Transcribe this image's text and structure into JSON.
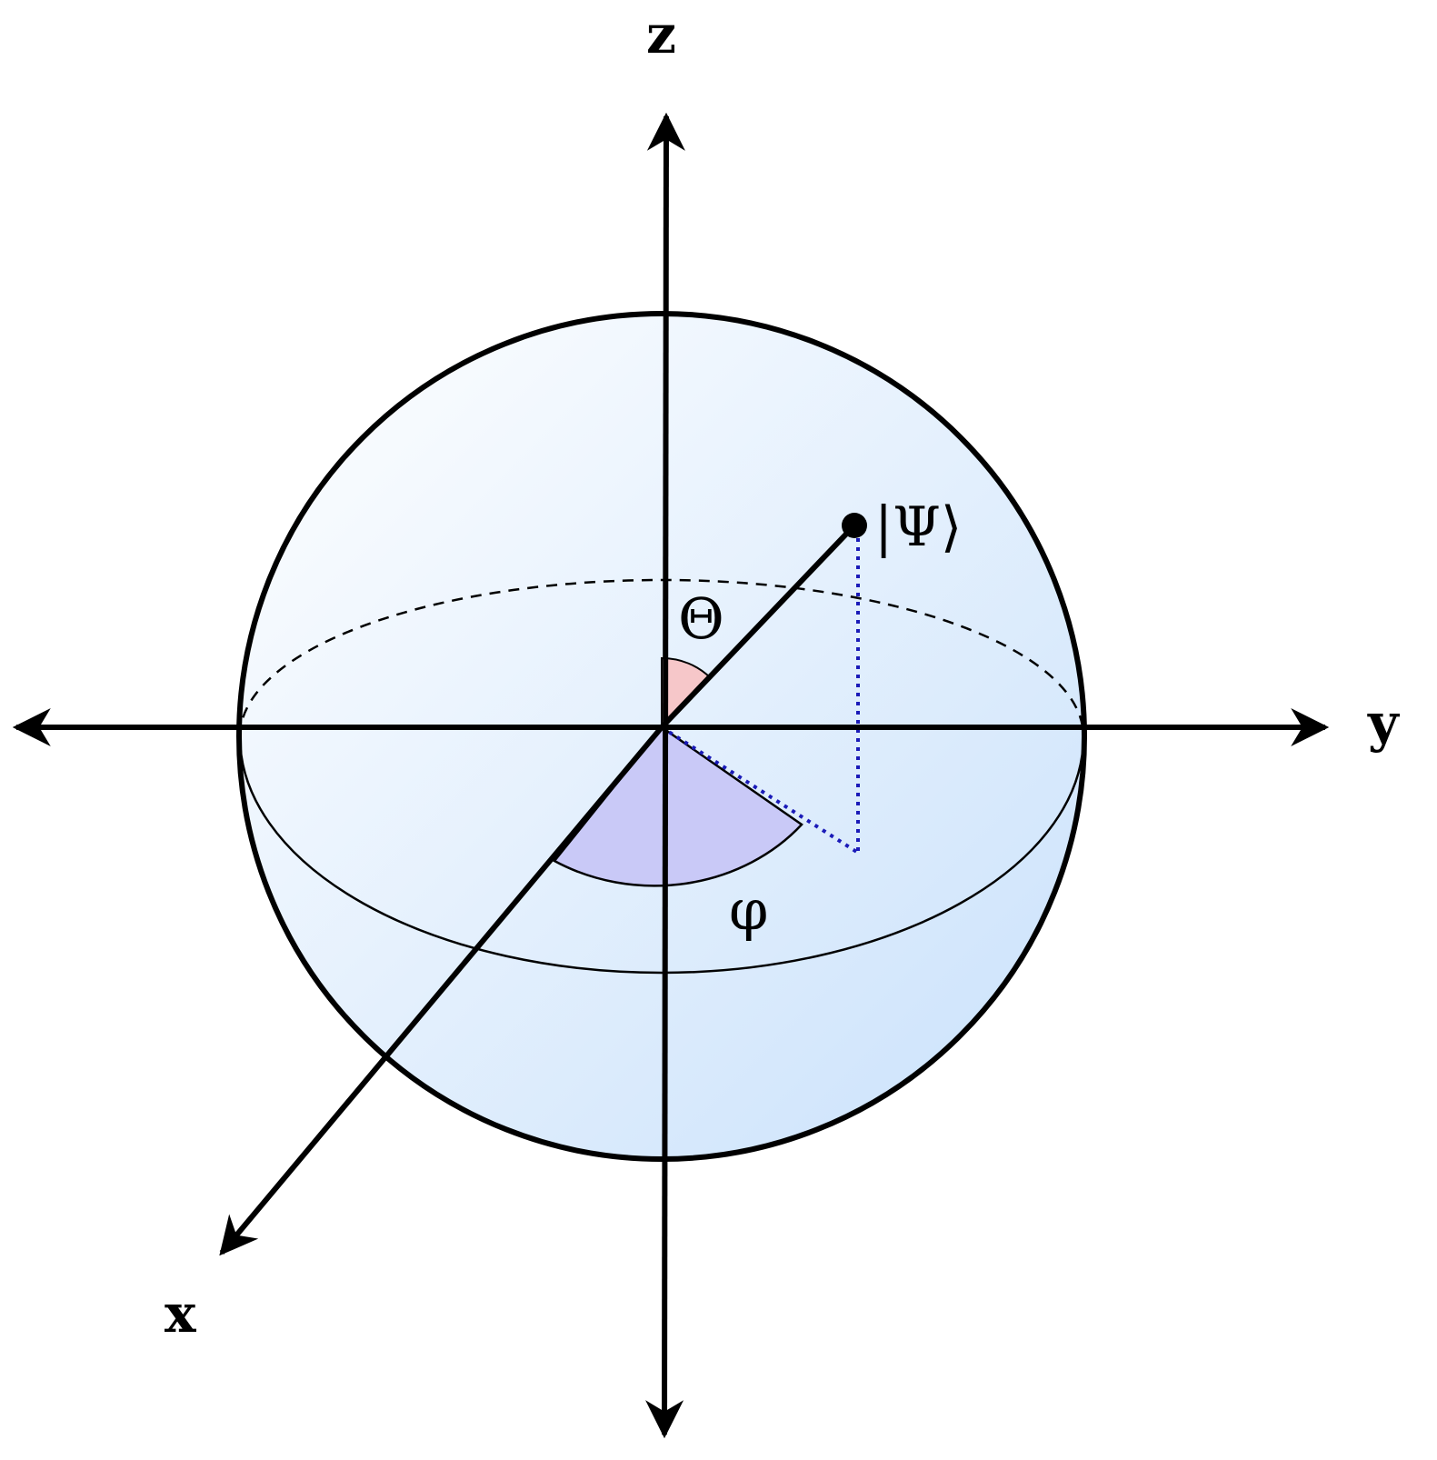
{
  "labels": {
    "z_axis": "z",
    "y_axis": "y",
    "x_axis": "x",
    "theta": "Θ",
    "phi": "φ",
    "state": "|Ψ⟩"
  },
  "colors": {
    "sphere_light": "#ffffff",
    "sphere_dark": "#c9e1fb",
    "theta_wedge": "#f6c7c9",
    "phi_wedge": "#c9c9f7",
    "projection_line": "#1a1ab8",
    "stroke": "#000000"
  }
}
